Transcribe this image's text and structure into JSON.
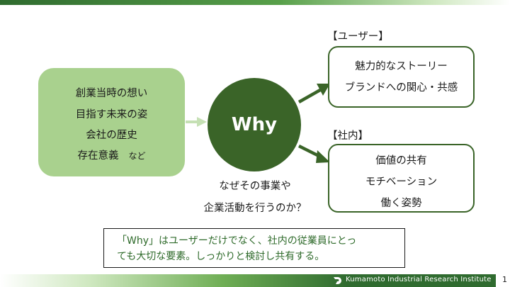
{
  "left": {
    "lines": [
      "創業当時の想い",
      "目指す未来の姿",
      "会社の歴史",
      "存在意義"
    ],
    "suffix": "など"
  },
  "center": {
    "label": "Why"
  },
  "question": [
    "なぜその事業や",
    "企業活動を行うのか？"
  ],
  "user_section": {
    "label": "【ユーザー】",
    "lines": [
      "魅力的なストーリー",
      "ブランドへの関心・共感"
    ]
  },
  "internal_section": {
    "label": "【社内】",
    "lines": [
      "価値の共有",
      "モチベーション",
      "働く姿勢"
    ]
  },
  "note": {
    "lines": [
      "「Why」はユーザーだけでなく、社内の従業員にとっ",
      "ても大切な要素。しっかりと検討し共有する。"
    ]
  },
  "footer": {
    "org_name": "Kumamoto Industrial Research Institute",
    "page_number": "1"
  },
  "colors": {
    "dark_green": "#3a6428",
    "light_green": "#a9d18e",
    "pale_green_arrow": "#c5e0b4",
    "note_text": "#2e6a2a"
  }
}
